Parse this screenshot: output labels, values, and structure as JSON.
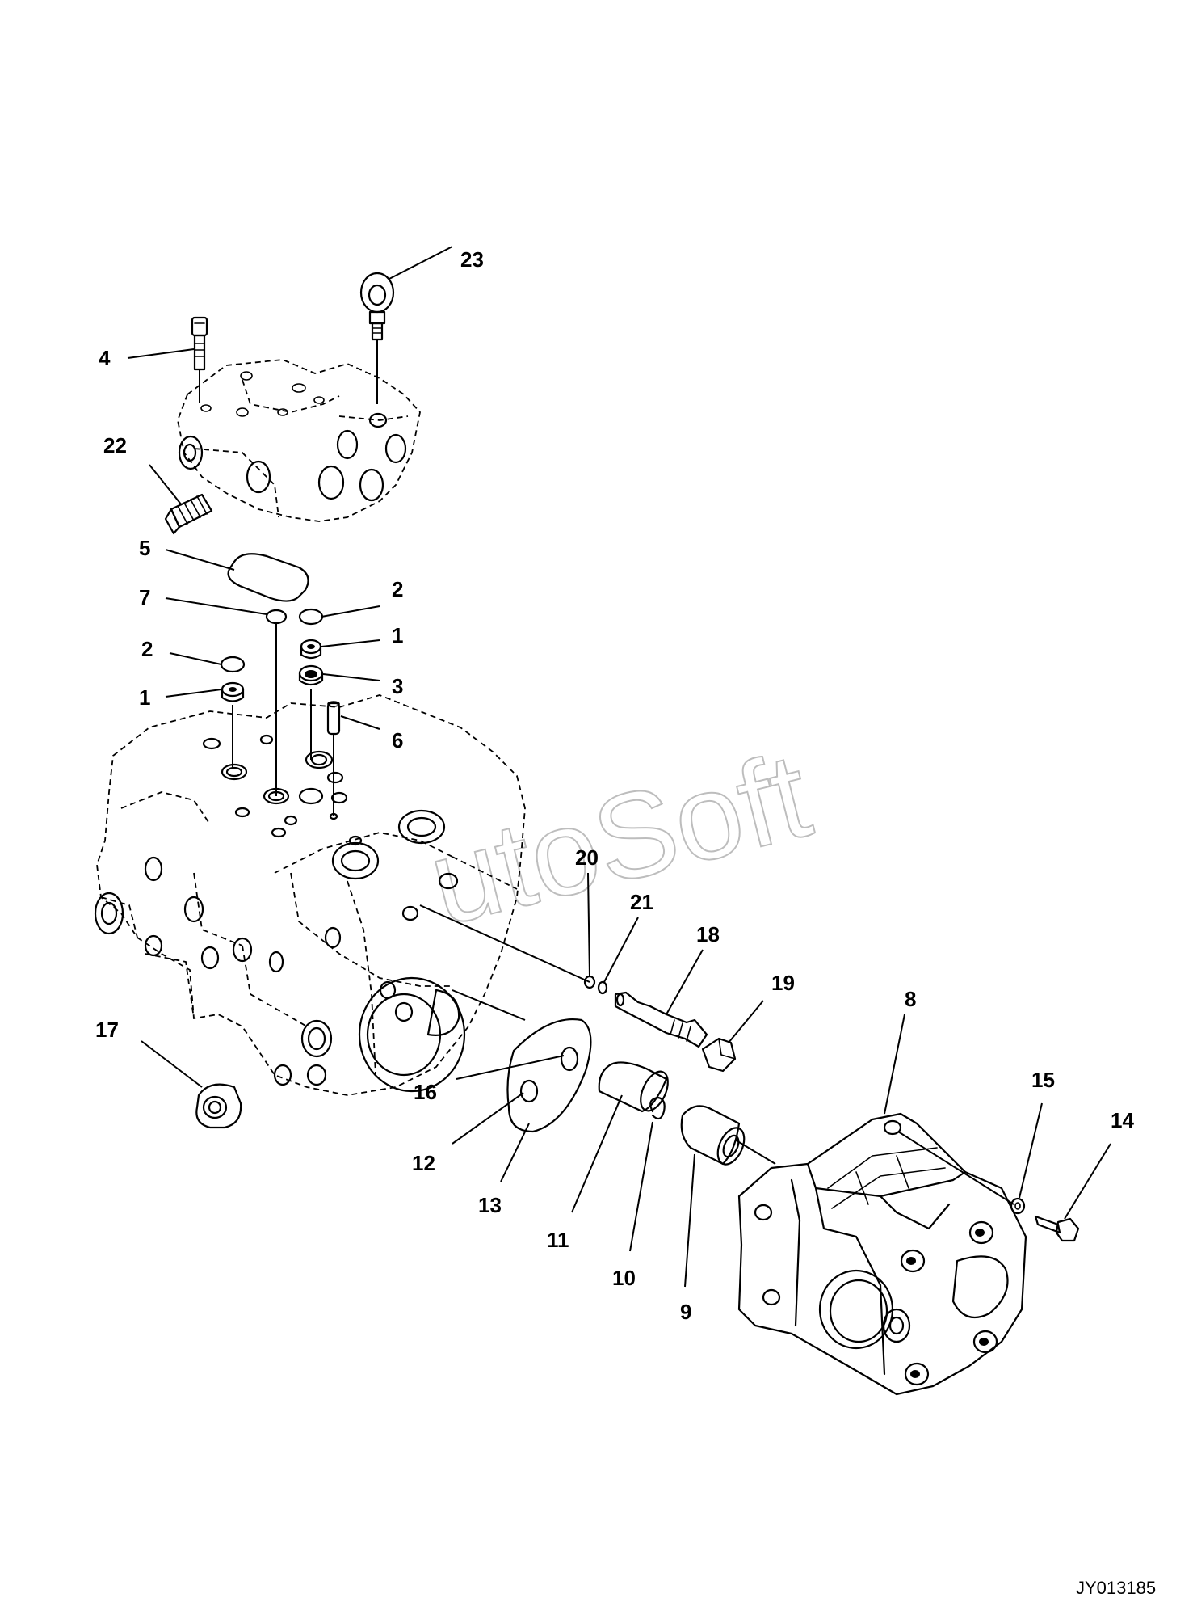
{
  "watermark": "utoSoft",
  "doc_id": "JY013185",
  "callouts": [
    "23",
    "4",
    "22",
    "5",
    "7",
    "2",
    "1",
    "2",
    "1",
    "3",
    "6",
    "20",
    "21",
    "18",
    "19",
    "8",
    "17",
    "16",
    "15",
    "14",
    "12",
    "13",
    "11",
    "10",
    "9"
  ]
}
